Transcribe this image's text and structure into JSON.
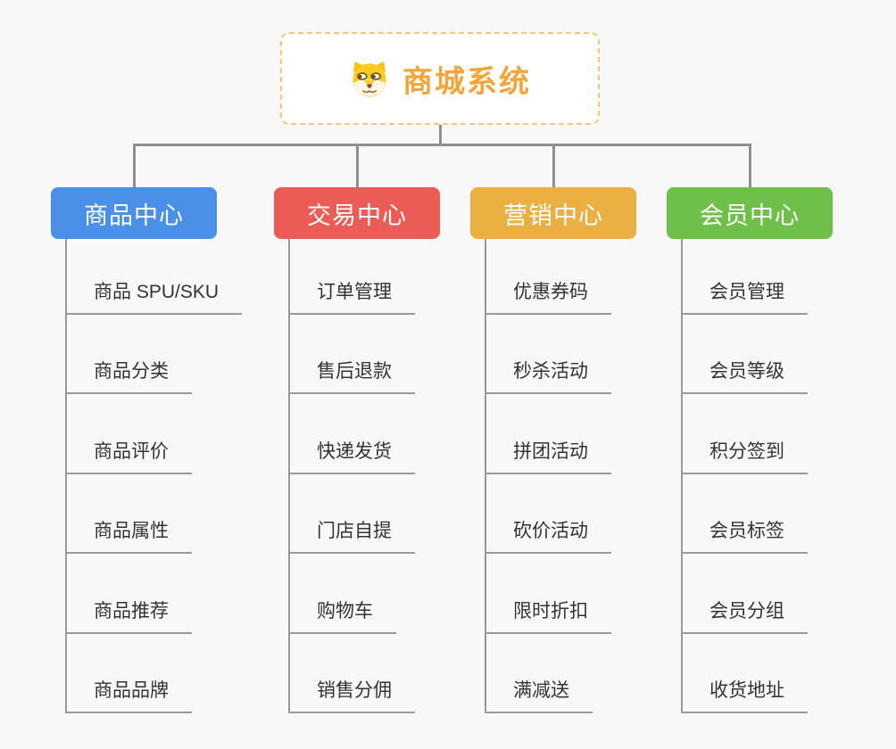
{
  "page": {
    "background_color": "#f8f8f8",
    "connector_color": "#8f8f8f"
  },
  "root": {
    "label": "商城系统",
    "icon": "dog-icon",
    "text_color": "#f0a63a",
    "border_color": "#f3c87e"
  },
  "branches": [
    {
      "label": "商品中心",
      "color": "#4a90e9",
      "items": [
        "商品 SPU/SKU",
        "商品分类",
        "商品评价",
        "商品属性",
        "商品推荐",
        "商品品牌"
      ]
    },
    {
      "label": "交易中心",
      "color": "#ec5c56",
      "items": [
        "订单管理",
        "售后退款",
        "快递发货",
        "门店自提",
        "购物车",
        "销售分佣"
      ]
    },
    {
      "label": "营销中心",
      "color": "#ecaf41",
      "items": [
        "优惠券码",
        "秒杀活动",
        "拼团活动",
        "砍价活动",
        "限时折扣",
        "满减送"
      ]
    },
    {
      "label": "会员中心",
      "color": "#6ec04a",
      "items": [
        "会员管理",
        "会员等级",
        "积分签到",
        "会员标签",
        "会员分组",
        "收货地址"
      ]
    }
  ]
}
